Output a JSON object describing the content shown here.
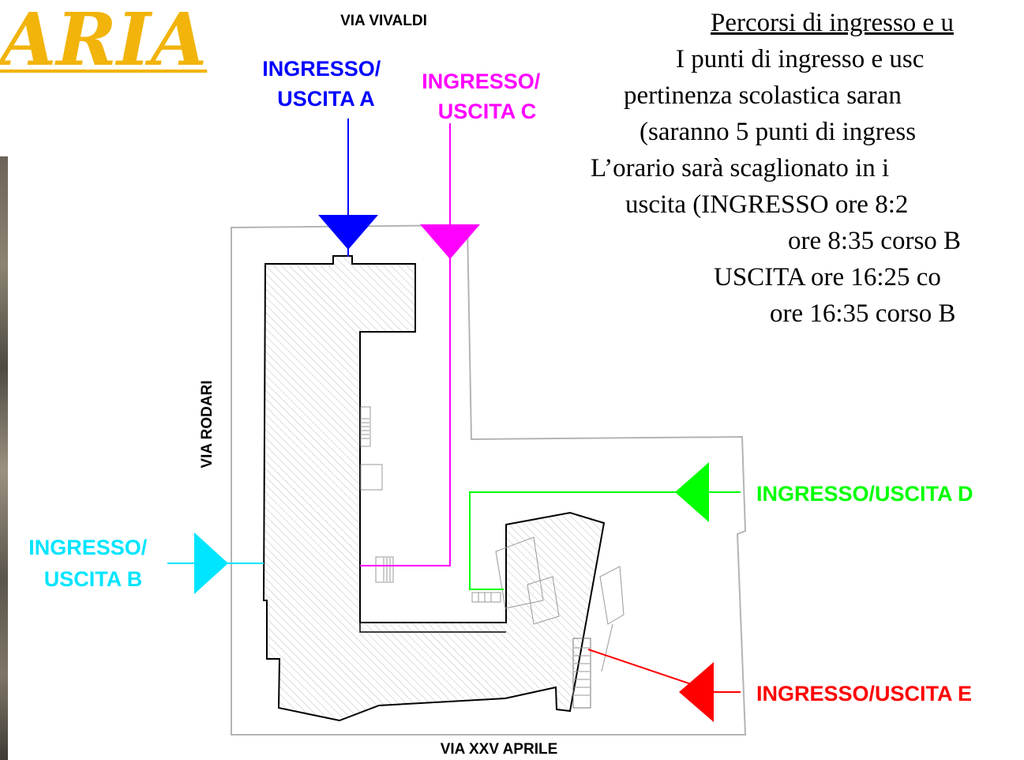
{
  "title_word": "ARIA",
  "streets": {
    "north": "VIA VIVALDI",
    "south": "VIA XXV APRILE",
    "west": "VIA RODARI"
  },
  "entrances": [
    {
      "id": "A",
      "lines": [
        "INGRESSO/",
        "USCITA A"
      ],
      "color": "#0000ff"
    },
    {
      "id": "B",
      "lines": [
        "INGRESSO/",
        "USCITA B"
      ],
      "color": "#00e5ff"
    },
    {
      "id": "C",
      "lines": [
        "INGRESSO/",
        "USCITA C"
      ],
      "color": "#ff00ff"
    },
    {
      "id": "D",
      "lines": [
        "INGRESSO/USCITA D"
      ],
      "color": "#00ff00"
    },
    {
      "id": "E",
      "lines": [
        "INGRESSO/USCITA E"
      ],
      "color": "#ff0000"
    }
  ],
  "notes": {
    "heading": "Percorsi di ingresso e u",
    "lines": [
      "I punti di ingresso e usc",
      "pertinenza scolastica saran",
      "(saranno 5 punti di ingress",
      "L’orario sarà scaglionato in i",
      "uscita (INGRESSO ore 8:2",
      "ore 8:35 corso B",
      "USCITA ore 16:25 co",
      "ore 16:35 corso B"
    ]
  },
  "colors": {
    "title": "#f2b40a",
    "building_hatch": "#c8c8c8",
    "outline": "#000000",
    "boundary": "#b4b4b4"
  }
}
